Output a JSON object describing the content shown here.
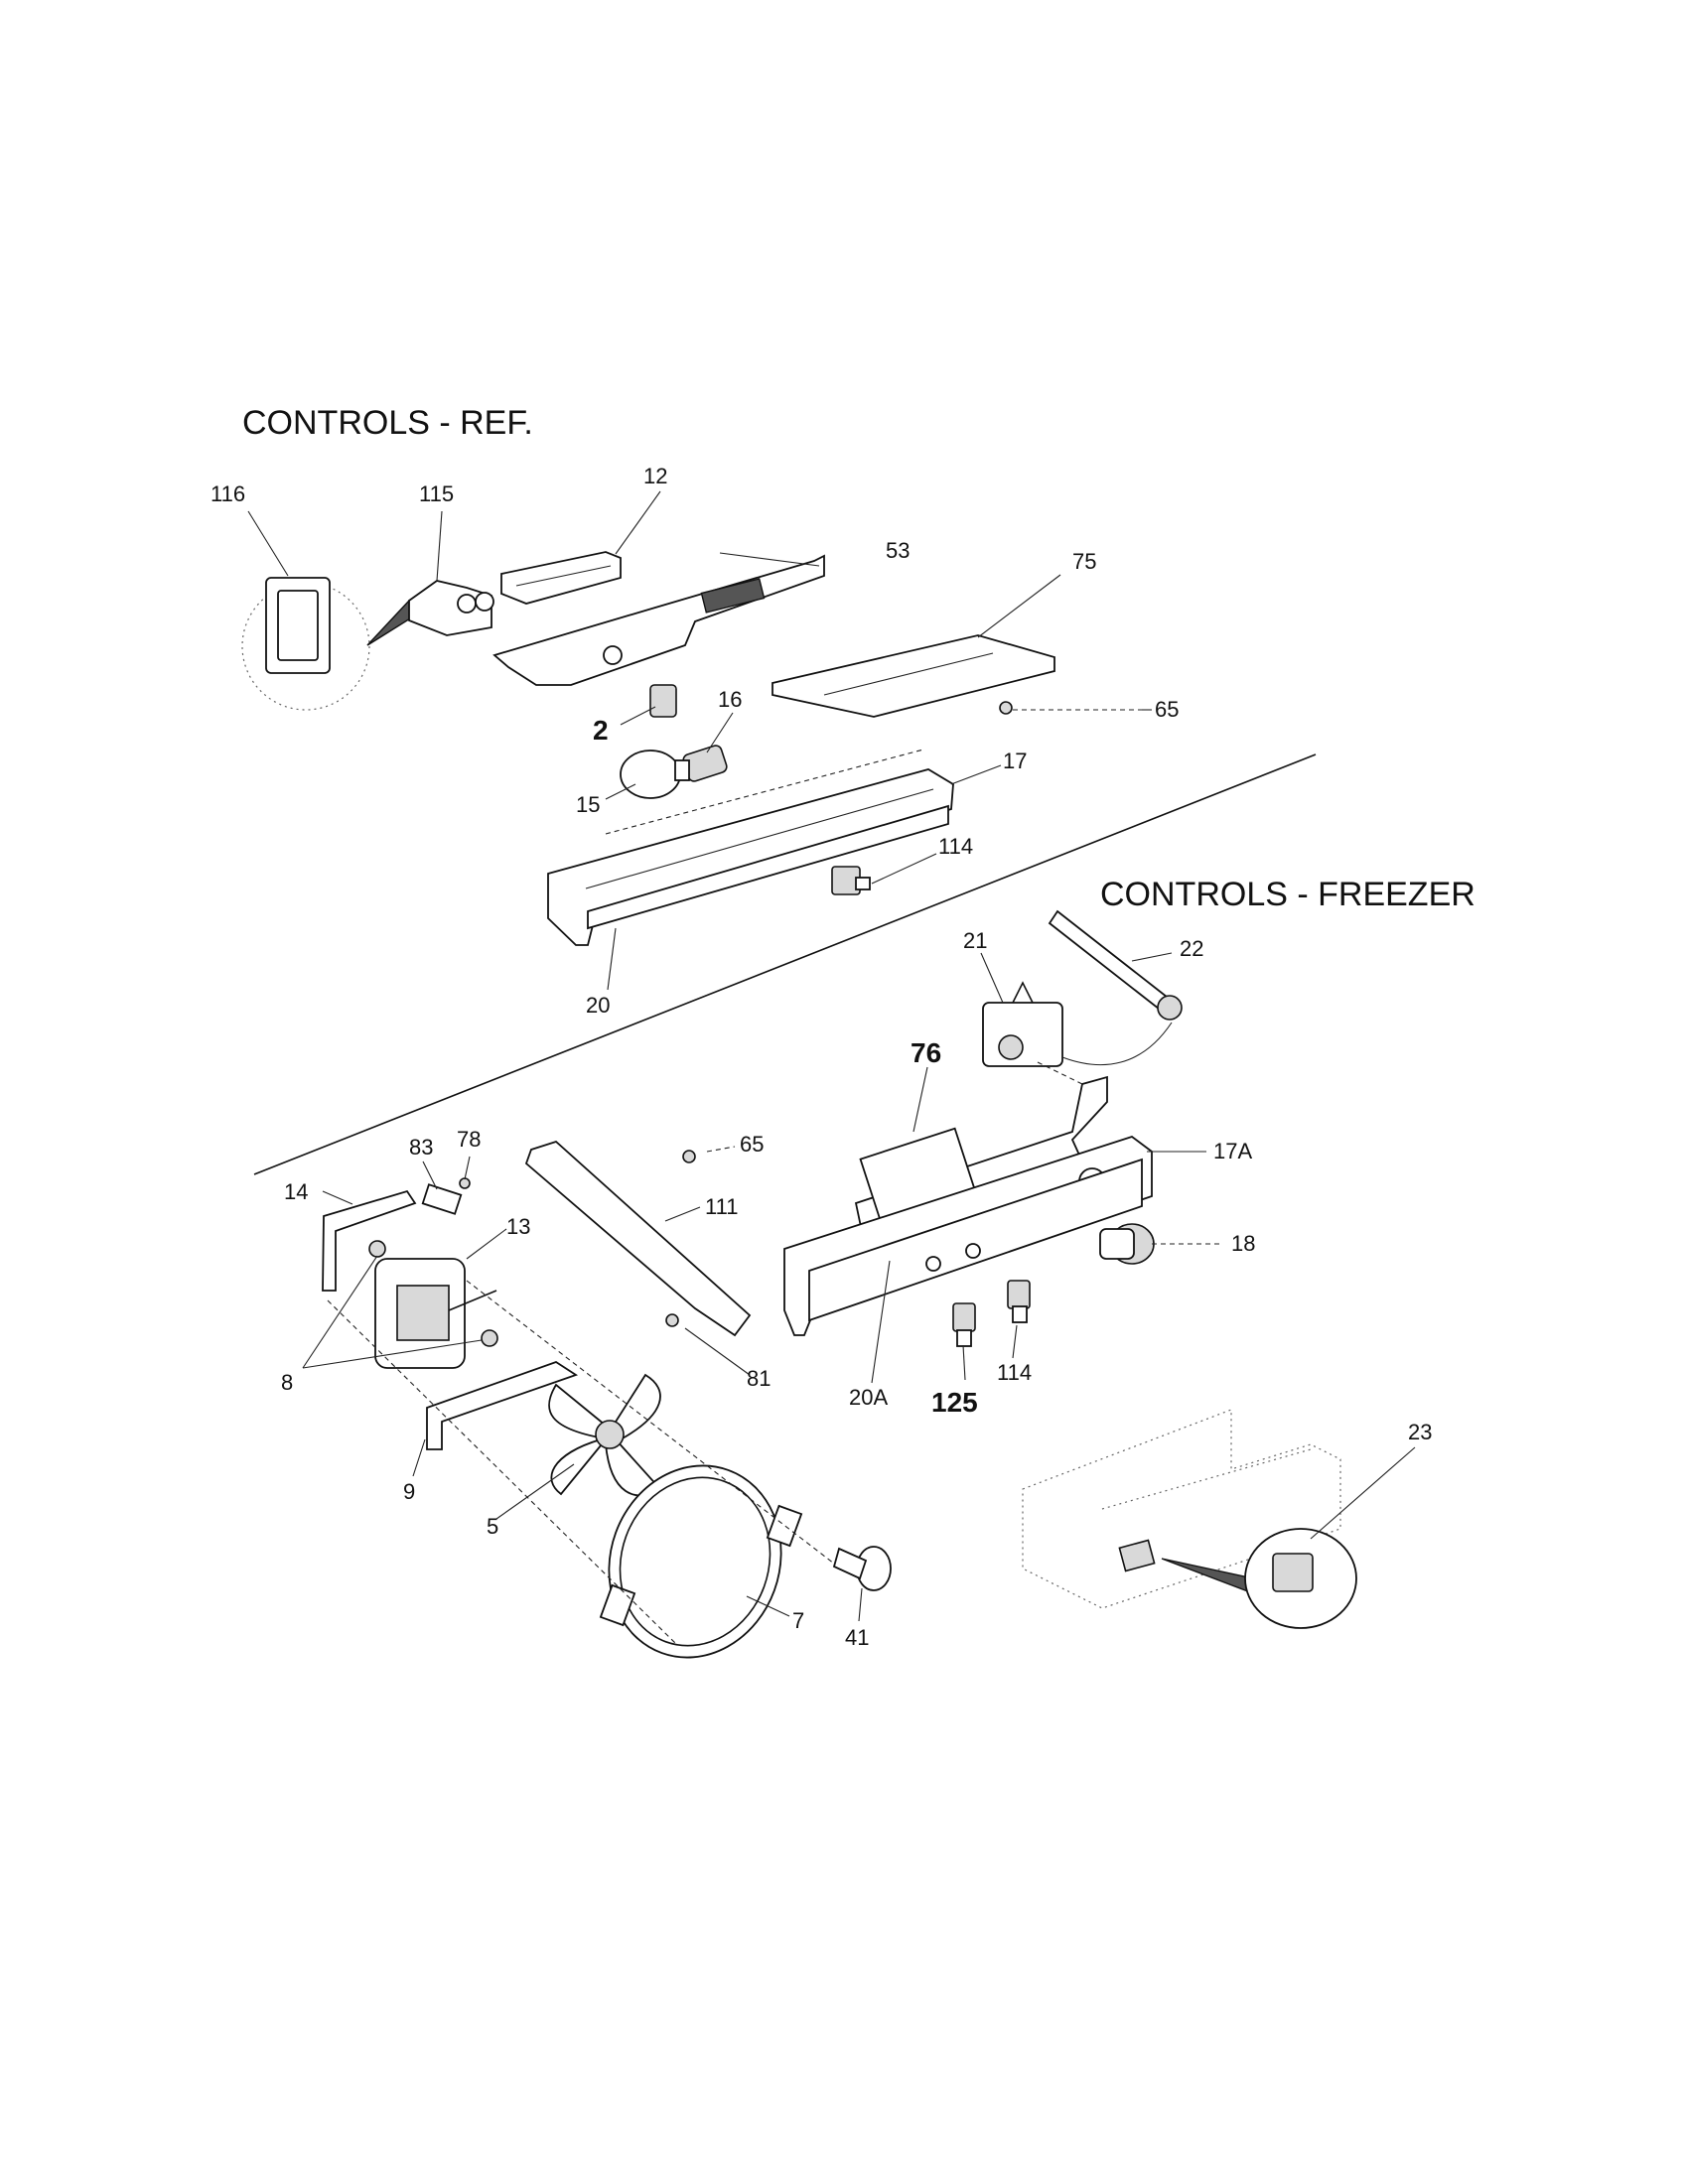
{
  "sections": {
    "ref_title": "CONTROLS - REF.",
    "freezer_title": "CONTROLS - FREEZER"
  },
  "labels": {
    "p116": "116",
    "p115": "115",
    "p12": "12",
    "p53": "53",
    "p75": "75",
    "p65a": "65",
    "p2": "2",
    "p16": "16",
    "p15": "15",
    "p17": "17",
    "p114a": "114",
    "p20": "20",
    "p21": "21",
    "p22": "22",
    "p76": "76",
    "p83": "83",
    "p78": "78",
    "p65b": "65",
    "p17a": "17A",
    "p14": "14",
    "p13": "13",
    "p111": "111",
    "p18": "18",
    "p81": "81",
    "p8": "8",
    "p20a": "20A",
    "p125": "125",
    "p114b": "114",
    "p9": "9",
    "p5": "5",
    "p23": "23",
    "p7": "7",
    "p41": "41"
  }
}
